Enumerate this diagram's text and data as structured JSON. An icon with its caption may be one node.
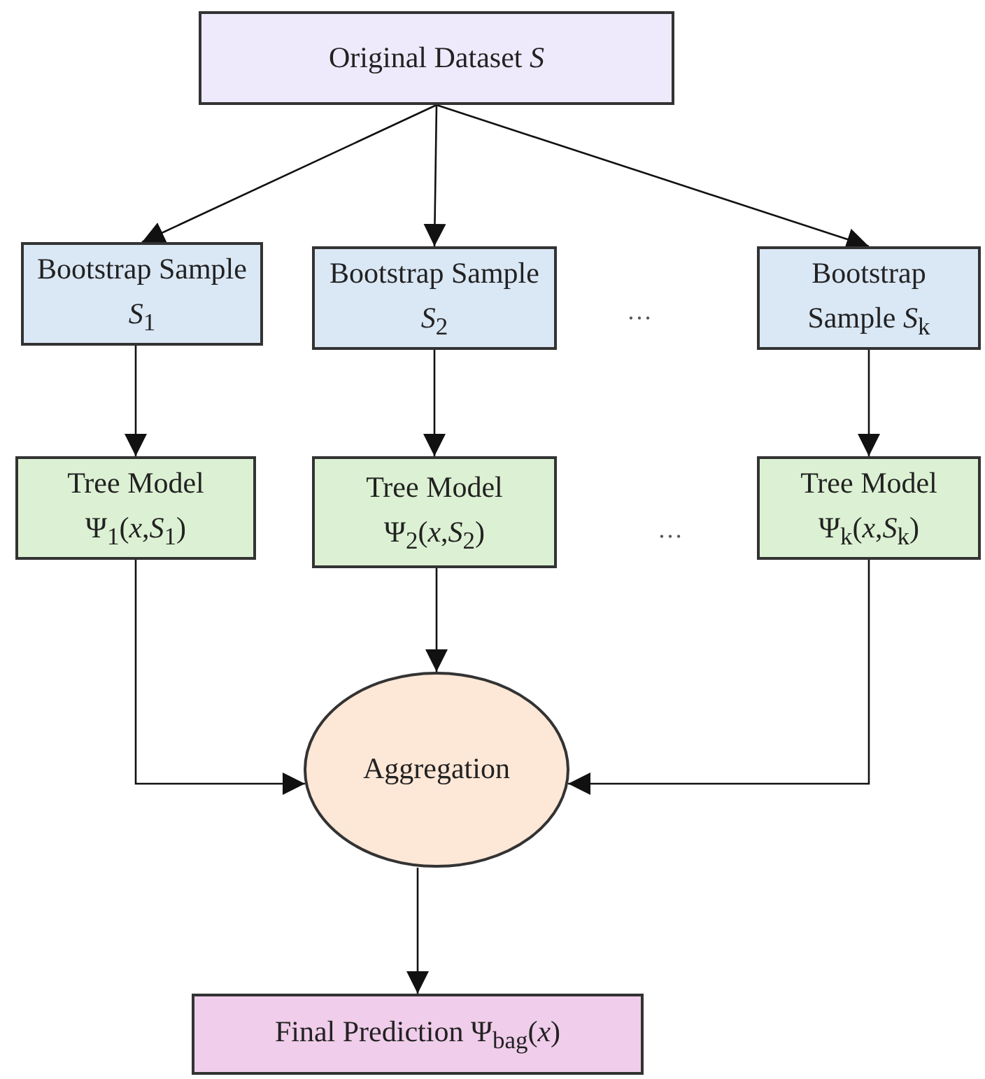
{
  "diagram": {
    "nodes": [
      {
        "text": [
          "Original Dataset *S*"
        ]
      },
      {
        "text": [
          "Bootstrap Sample *S*$_{1}$"
        ]
      },
      {
        "text": [
          "Bootstrap Sample *S*$_{2}$"
        ]
      },
      {
        "text": [
          "Bootstrap Sample *S*$_{k}$"
        ]
      },
      {
        "text": [
          "Tree Model Ψ$_{1}$(*x*,*S*$_{1}$)"
        ]
      },
      {
        "text": [
          "Tree Model Ψ$_{2}$(*x*,*S*$_{2}$)"
        ]
      },
      {
        "text": [
          "Tree Model Ψ$_{k}$(*x*,*S*$_{k}$)"
        ]
      },
      {
        "text": [
          "Aggregation"
        ]
      },
      {
        "text": [
          "Final Prediction Ψ$_{bag}$(*x*)"
        ]
      }
    ],
    "edges": [
      {
        "from": 0,
        "to": 1,
        "arrow": "to"
      },
      {
        "from": 0,
        "to": 2,
        "arrow": "to"
      },
      {
        "from": 0,
        "to": 3,
        "arrow": "to"
      },
      {
        "from": 1,
        "to": 4,
        "arrow": "to"
      },
      {
        "from": 2,
        "to": 5,
        "arrow": "to"
      },
      {
        "from": 3,
        "to": 6,
        "arrow": "to"
      },
      {
        "from": 4,
        "to": 7,
        "arrow": "to"
      },
      {
        "from": 5,
        "to": 7,
        "arrow": "to"
      },
      {
        "from": 6,
        "to": 7,
        "arrow": "to"
      },
      {
        "from": 7,
        "to": 8,
        "arrow": "to"
      }
    ],
    "labels": [
      "…",
      "…"
    ]
  }
}
